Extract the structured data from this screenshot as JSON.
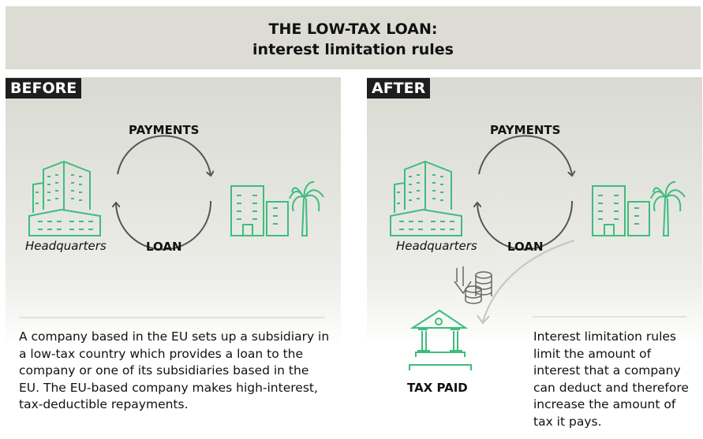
{
  "title": {
    "line1": "THE LOW-TAX LOAN:",
    "line2": "interest limitation rules"
  },
  "before": {
    "tag": "BEFORE",
    "payments": "PAYMENTS",
    "loan": "LOAN",
    "hq": "Headquarters",
    "text": "A company based in the EU sets up a subsidiary in a low-tax country which provides a loan to the company or one of its subsidiaries based in the EU. The EU-based company makes high-interest, tax-deductible repayments."
  },
  "after": {
    "tag": "AFTER",
    "payments": "PAYMENTS",
    "loan": "LOAN",
    "hq": "Headquarters",
    "tax_paid": "TAX PAID",
    "text": "Interest limitation rules limit the amount of interest that a company can deduct and therefore increase the amount of tax it pays."
  },
  "colors": {
    "green": "#3dbd7d",
    "arrow": "#555555",
    "bg": "#dcdcd5"
  }
}
